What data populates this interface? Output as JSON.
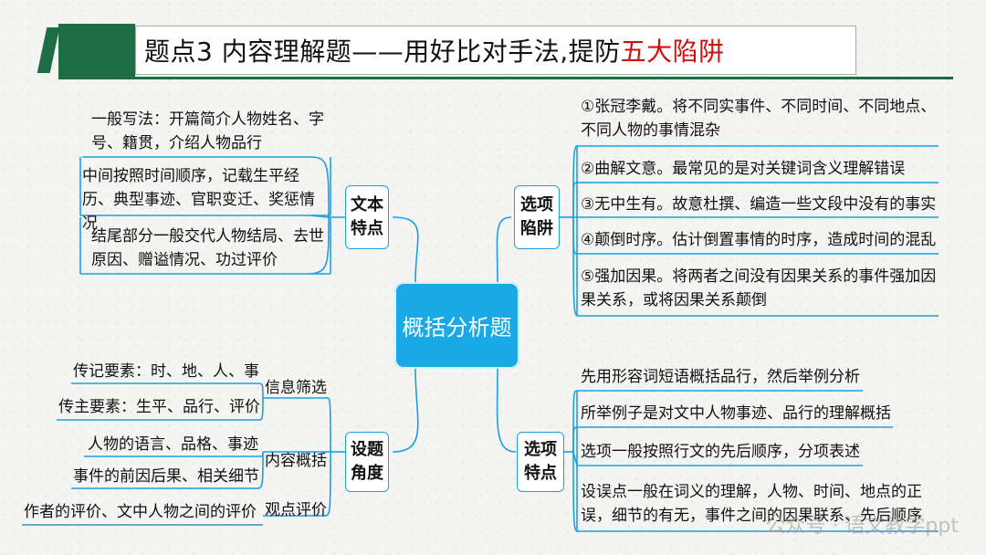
{
  "title": {
    "main": "题点3 内容理解题——用好比对手法,提防",
    "highlight": "五大陷阱"
  },
  "center": "概括分析题",
  "branches": {
    "text_features": {
      "label": "文本\n特点",
      "label_l1": "文本",
      "label_l2": "特点",
      "items": [
        "一般写法：开篇简介人物姓名、字号、籍贯，介绍人物品行",
        "中间按照时间顺序，记载生平经历、典型事迹、官职变迁、奖惩情况",
        "结尾部分一般交代人物结局、去世原因、赠谥情况、功过评价"
      ]
    },
    "option_traps": {
      "label_l1": "选项",
      "label_l2": "陷阱",
      "items": [
        "①张冠李戴。将不同实事件、不同时间、不同地点、不同人物的事情混杂",
        "②曲解文意。最常见的是对关键词含义理解错误",
        "③无中生有。故意杜撰、编造一些文段中没有的事实",
        "④颠倒时序。估计倒置事情的时序，造成时间的混乱",
        "⑤强加因果。将两者之间没有因果关系的事件强加因果关系，或将因果关系颠倒"
      ]
    },
    "question_angle": {
      "label_l1": "设题",
      "label_l2": "角度",
      "groups": [
        {
          "name": "信息筛选",
          "items": [
            "传记要素：时、地、人、事",
            "传主要素：生平、品行、评价"
          ]
        },
        {
          "name": "内容概括",
          "items": [
            "人物的语言、品格、事迹",
            "事件的前因后果、相关细节"
          ]
        },
        {
          "name": "观点评价",
          "items": [
            "作者的评价、文中人物之间的评价"
          ]
        }
      ]
    },
    "option_features": {
      "label_l1": "选项",
      "label_l2": "特点",
      "items": [
        "先用形容词短语概括品行，然后举例分析",
        "所举例子是对文中人物事迹、品行的理解概括",
        "选项一般按照行文的先后顺序，分项表述",
        "设误点一般在词义的理解，人物、时间、地点的正误，细节的有无，事件之间的因果联系、先后顺序"
      ]
    }
  },
  "watermark": "公众号 · 语文教学ppt",
  "colors": {
    "accent": "#19a9e6",
    "title_green": "#1f6d44",
    "highlight_red": "#d01010"
  }
}
